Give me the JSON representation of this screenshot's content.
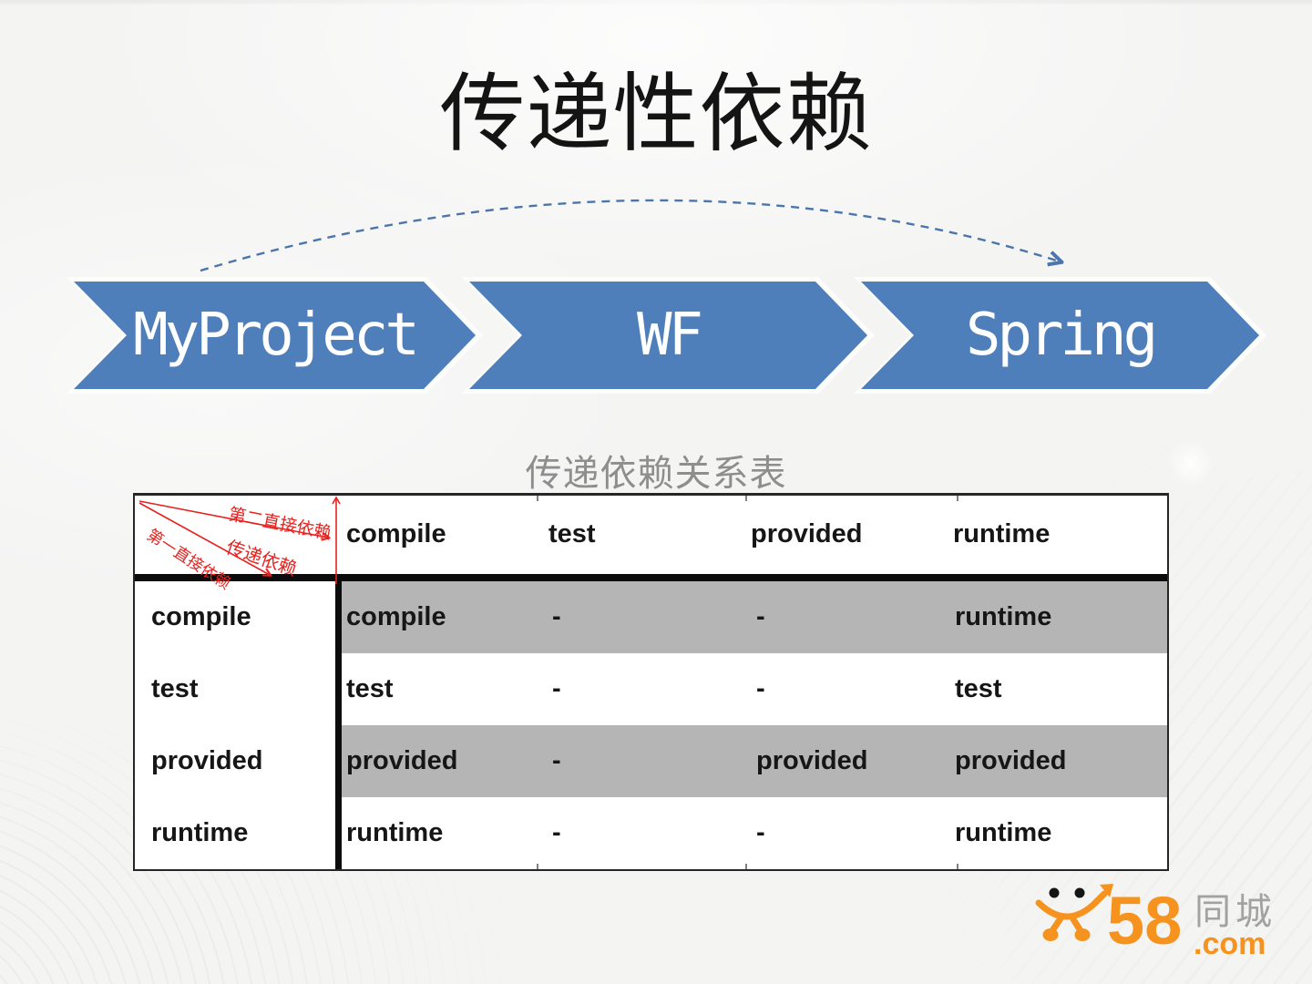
{
  "slide": {
    "title": "传递性依赖",
    "table_caption": "传递依赖关系表"
  },
  "flow": {
    "steps": [
      {
        "label": "MyProject"
      },
      {
        "label": "WF"
      },
      {
        "label": "Spring"
      }
    ]
  },
  "dependency_table": {
    "corner_labels": {
      "second_direct": "第二直接依赖",
      "transitive": "传递依赖",
      "first_direct": "第一直接依赖"
    },
    "columns": [
      "compile",
      "test",
      "provided",
      "runtime"
    ],
    "rows": [
      {
        "label": "compile",
        "cells": [
          "compile",
          "-",
          "-",
          "runtime"
        ]
      },
      {
        "label": "test",
        "cells": [
          "test",
          "-",
          "-",
          "test"
        ]
      },
      {
        "label": "provided",
        "cells": [
          "provided",
          "-",
          "provided",
          "provided"
        ]
      },
      {
        "label": "runtime",
        "cells": [
          "runtime",
          "-",
          "-",
          "runtime"
        ]
      }
    ]
  },
  "footer_logo": {
    "number": "58",
    "city_text": "同城",
    "domain_text": ".com"
  },
  "colors": {
    "chevron_blue": "#4e7fbb",
    "arc_blue": "#4c76ab",
    "shaded_row_gray": "#b5b5b5",
    "annotation_red": "#e8221f",
    "logo_orange": "#f6921e",
    "logo_gray": "#a2a2a2",
    "caption_gray": "#8e8e8e"
  }
}
